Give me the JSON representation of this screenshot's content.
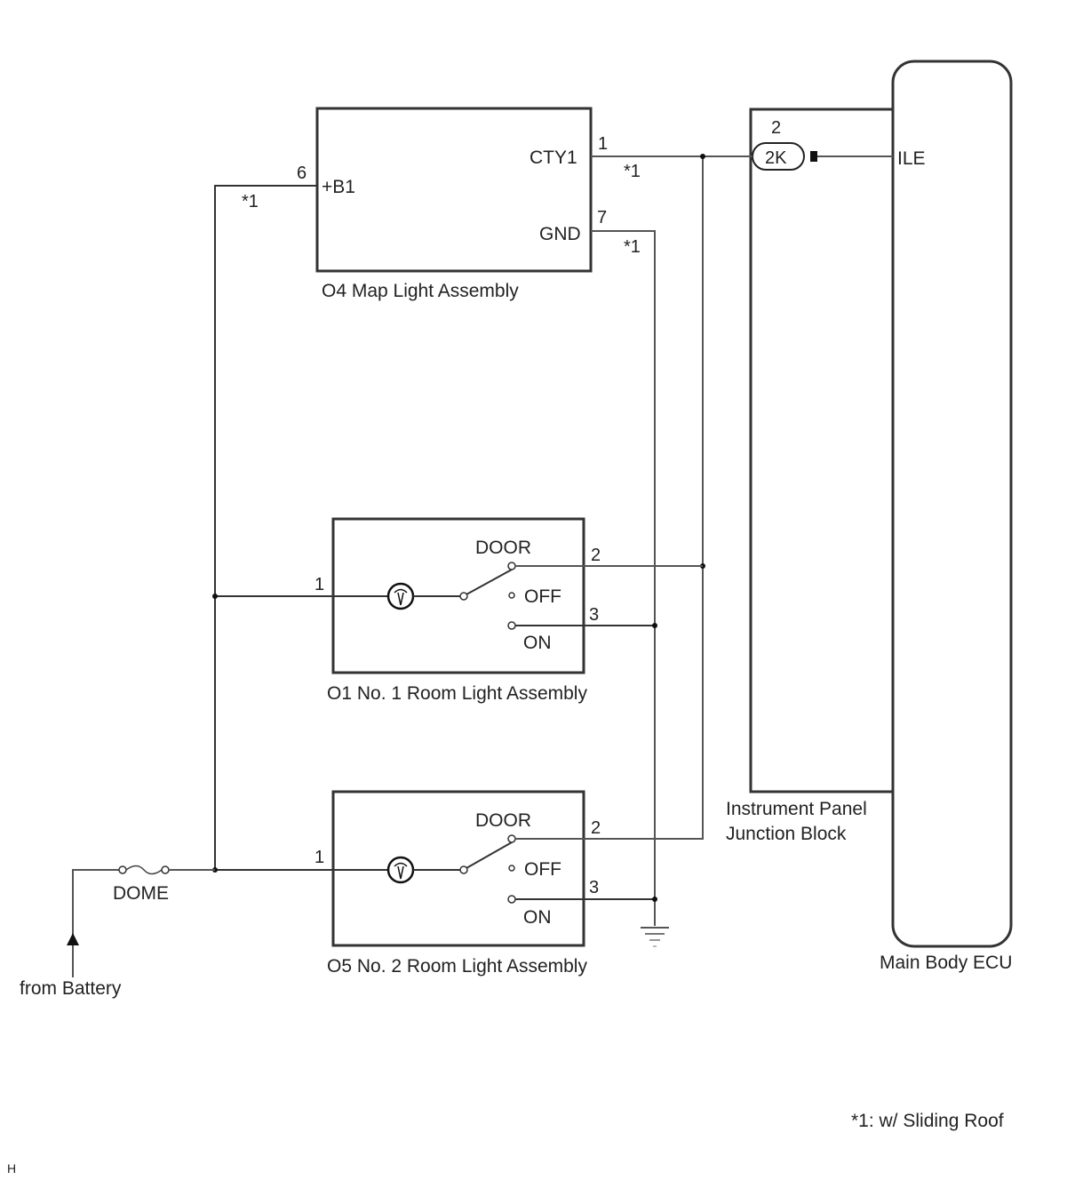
{
  "diagram": {
    "type": "wiring-diagram",
    "components": {
      "map_light": {
        "label": "O4 Map Light Assembly",
        "pins": [
          {
            "number": "6",
            "name": "+B1",
            "note": "*1"
          },
          {
            "number": "1",
            "name": "CTY1",
            "note": "*1"
          },
          {
            "number": "7",
            "name": "GND",
            "note": "*1"
          }
        ]
      },
      "room_light_1": {
        "label": "O1 No. 1 Room Light Assembly",
        "pin_in": "1",
        "switch_positions": [
          "DOOR",
          "OFF",
          "ON"
        ],
        "pin_door": "2",
        "pin_on": "3"
      },
      "room_light_2": {
        "label": "O5 No. 2 Room Light Assembly",
        "pin_in": "1",
        "switch_positions": [
          "DOOR",
          "OFF",
          "ON"
        ],
        "pin_door": "2",
        "pin_on": "3"
      },
      "junction_block": {
        "label_line1": "Instrument Panel",
        "label_line2": "Junction Block",
        "connector": "2K",
        "connector_pin": "2"
      },
      "ecu": {
        "label": "Main Body ECU",
        "pin": "ILE"
      },
      "fuse": {
        "label": "DOME"
      },
      "source": {
        "label": "from Battery"
      }
    },
    "footnote": "*1: w/ Sliding Roof",
    "corner_mark": "H"
  }
}
